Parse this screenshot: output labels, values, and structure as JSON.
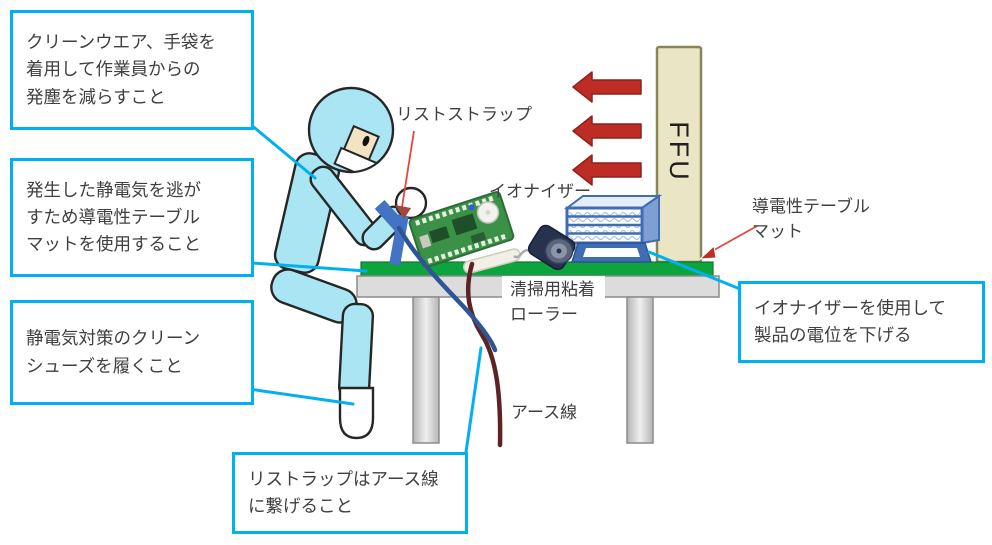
{
  "colors": {
    "accent-cyan": "#00B0F0",
    "text": "#3F3F3F",
    "mat-green": "#0DA43E",
    "ffu-tan": "#EAE5C5",
    "ffu-border": "#8A8557",
    "arrow-red": "#BE2D25",
    "ionizer-blue": "#3E6DB5",
    "suit-cyan": "#A9E5F2",
    "earth-wire": "#5E2423",
    "cord-blue": "#2F5597"
  },
  "callouts": [
    {
      "name": "cleanwear",
      "text": "クリーンウエア、手袋を\n着用して作業員からの\n発塵を減らすこと"
    },
    {
      "name": "conductive-table-mat-use",
      "text": "発生した静電気を逃が\nすため導電性テーブル\nマットを使用すること"
    },
    {
      "name": "clean-shoes",
      "text": "静電気対策のクリーン\nシューズを履くこと"
    },
    {
      "name": "wrist-strap-grounding",
      "text": "リストラップはアース線\nに繋げること"
    },
    {
      "name": "ionizer-use",
      "text": "イオナイザーを使用して\n製品の電位を下げる"
    }
  ],
  "labels": {
    "wrist_strap": "リストストラップ",
    "ionizer": "イオナイザー",
    "ffu": "FFU",
    "conductive_mat": "導電性テーブル\nマット",
    "adhesive_roller": "清掃用粘着\nローラー",
    "earth_wire": "アース線"
  }
}
